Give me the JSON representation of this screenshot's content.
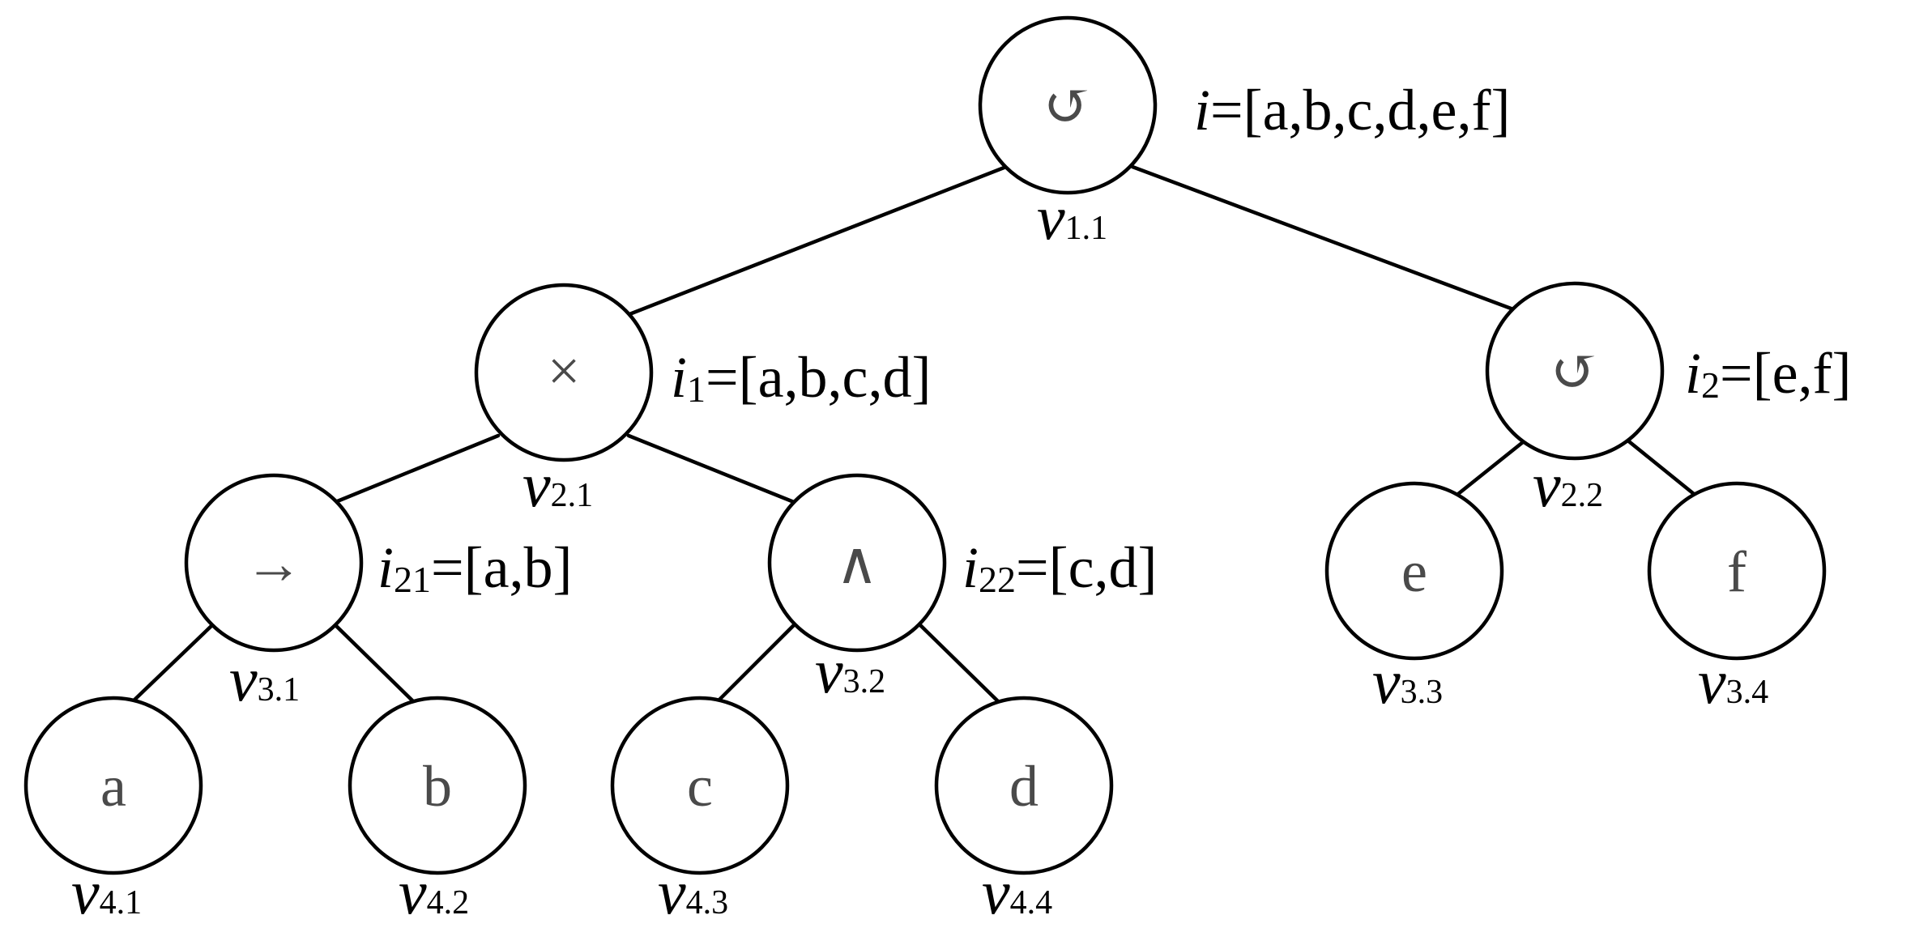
{
  "nodes": {
    "v11": {
      "symbol": "↺",
      "label_var": "v",
      "label_idx": "1.1",
      "ann_var": "i",
      "ann_sub": "",
      "ann_val": "=[a,b,c,d,e,f]"
    },
    "v21": {
      "symbol": "×",
      "label_var": "v",
      "label_idx": "2.1",
      "ann_var": "i",
      "ann_sub": "1",
      "ann_val": "=[a,b,c,d]"
    },
    "v22": {
      "symbol": "↺",
      "label_var": "v",
      "label_idx": "2.2",
      "ann_var": "i",
      "ann_sub": "2",
      "ann_val": "=[e,f]"
    },
    "v31": {
      "symbol": "→",
      "label_var": "v",
      "label_idx": "3.1",
      "ann_var": "i",
      "ann_sub": "21",
      "ann_val": "=[a,b]"
    },
    "v32": {
      "symbol": "∧",
      "label_var": "v",
      "label_idx": "3.2",
      "ann_var": "i",
      "ann_sub": "22",
      "ann_val": "=[c,d]"
    },
    "v33": {
      "symbol": "e",
      "label_var": "v",
      "label_idx": "3.3"
    },
    "v34": {
      "symbol": "f",
      "label_var": "v",
      "label_idx": "3.4"
    },
    "v41": {
      "symbol": "a",
      "label_var": "v",
      "label_idx": "4.1"
    },
    "v42": {
      "symbol": "b",
      "label_var": "v",
      "label_idx": "4.2"
    },
    "v43": {
      "symbol": "c",
      "label_var": "v",
      "label_idx": "4.3"
    },
    "v44": {
      "symbol": "d",
      "label_var": "v",
      "label_idx": "4.4"
    }
  }
}
